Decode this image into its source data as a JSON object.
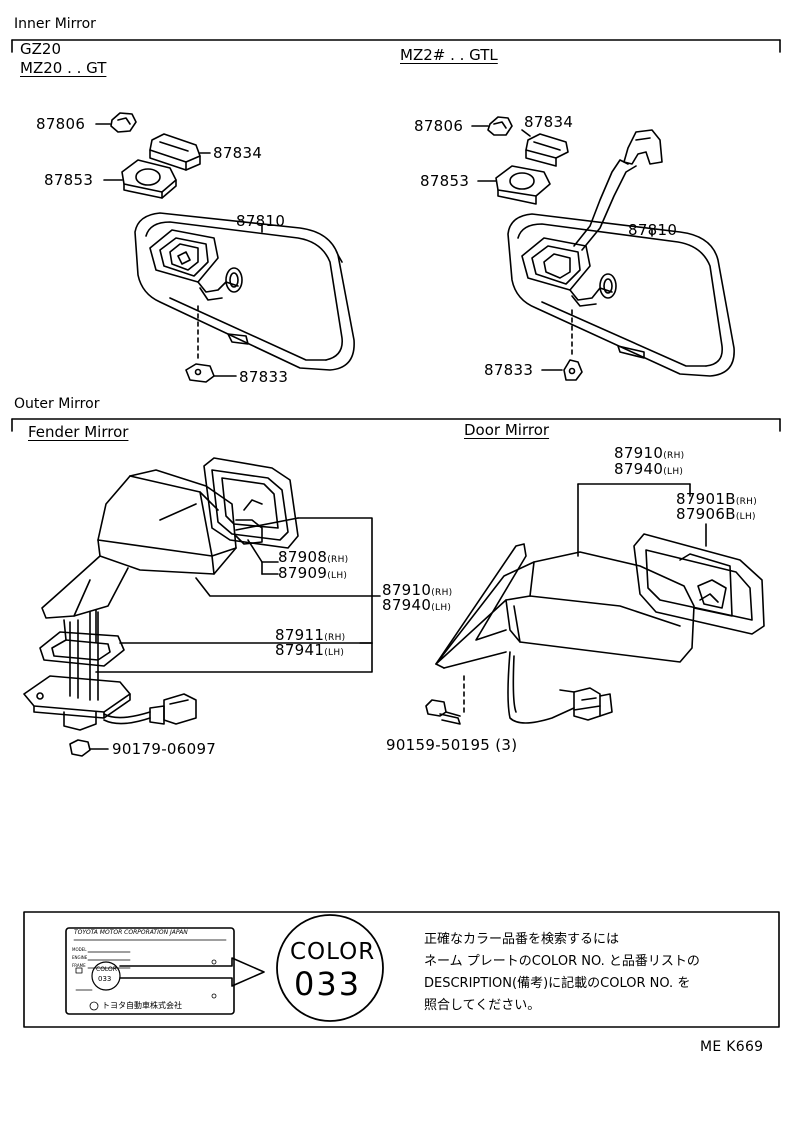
{
  "inner": {
    "section_title": "Inner Mirror",
    "left_model_1": "GZ20",
    "left_model_2": "MZ20 . . GT",
    "right_model": "MZ2# . . GTL",
    "left_parts": {
      "p87806": "87806",
      "p87834": "87834",
      "p87853": "87853",
      "p87810": "87810",
      "p87833": "87833"
    },
    "right_parts": {
      "p87806": "87806",
      "p87834": "87834",
      "p87853": "87853",
      "p87810": "87810",
      "p87833": "87833"
    }
  },
  "outer": {
    "section_title": "Outer Mirror",
    "fender_title": "Fender Mirror",
    "door_title": "Door Mirror",
    "fender_parts": {
      "p87908": "87908",
      "rh1": "(RH)",
      "p87909": "87909",
      "lh1": "(LH)",
      "p87910": "87910",
      "rh2": "(RH)",
      "p87940": "87940",
      "lh2": "(LH)",
      "p87911": "87911",
      "rh3": "(RH)",
      "p87941": "87941",
      "lh3": "(LH)",
      "p90179": "90179-06097"
    },
    "door_parts": {
      "p87910": "87910",
      "rh1": "(RH)",
      "p87940": "87940",
      "lh1": "(LH)",
      "p87901B": "87901B",
      "rh2": "(RH)",
      "p87906B": "87906B",
      "lh2": "(LH)",
      "p90159": "90159-50195 (3)"
    }
  },
  "note": {
    "plate_text": "TOYOTA MOTOR CORPORATION JAPAN",
    "plate_field_1": "MODEL",
    "plate_field_2": "ENGINE",
    "plate_field_3": "FRAME",
    "plate_maker": "トヨタ自動車株式会社",
    "plate_color_small": "COLOR",
    "plate_code_small": "033",
    "color_label": "COLOR",
    "color_code": "033",
    "jp_line_1": "正確なカラー品番を検索するには",
    "jp_line_2": "ネーム プレートのCOLOR NO. と品番リストの",
    "jp_line_3": "DESCRIPTION(備考)に記載のCOLOR NO. を",
    "jp_line_4": "照合してください。"
  },
  "footer_code": "ME K669"
}
